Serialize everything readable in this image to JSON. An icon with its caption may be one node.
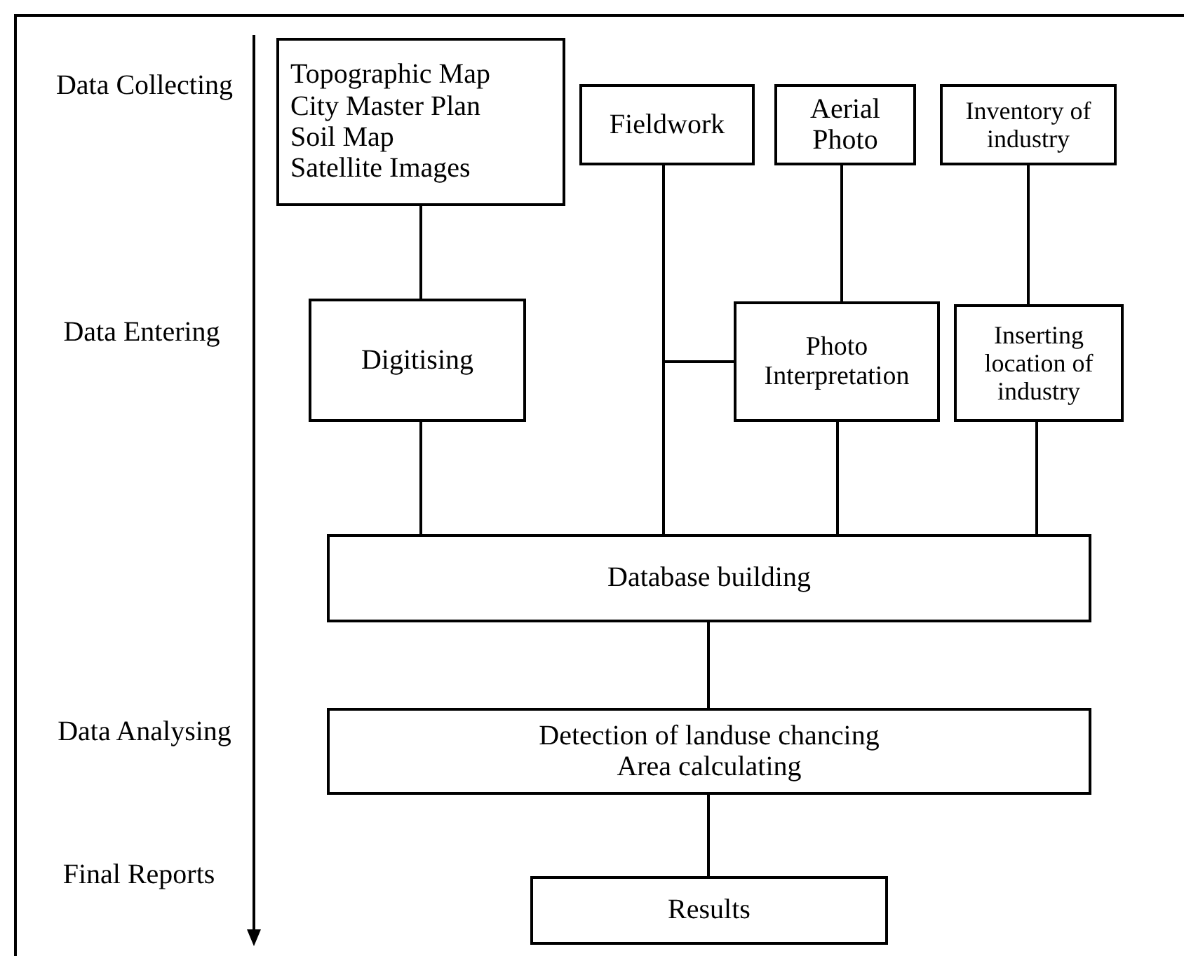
{
  "diagram": {
    "nodes": [
      {
        "text": [
          "Topographic Map",
          "City Master Plan",
          "Soil Map",
          "Satellite Images"
        ]
      },
      {
        "text": [
          "Fieldwork"
        ]
      },
      {
        "text": [
          "Aerial Photo"
        ]
      },
      {
        "text": [
          "Inventory of industry"
        ]
      },
      {
        "text": [
          "Digitising"
        ]
      },
      {
        "text": [
          "Photo Interpretation"
        ]
      },
      {
        "text": [
          "Inserting location of industry"
        ]
      },
      {
        "text": [
          "Database building"
        ]
      },
      {
        "text": [
          "Detection of landuse chancing",
          "Area calculating"
        ]
      },
      {
        "text": [
          "Results"
        ]
      }
    ],
    "edges": [
      {
        "from": 0,
        "to": 4,
        "arrow": "none"
      },
      {
        "from": 1,
        "to": 7,
        "arrow": "none"
      },
      {
        "from": 1,
        "to": 5,
        "arrow": "none"
      },
      {
        "from": 2,
        "to": 5,
        "arrow": "none"
      },
      {
        "from": 3,
        "to": 6,
        "arrow": "none"
      },
      {
        "from": 4,
        "to": 7,
        "arrow": "none"
      },
      {
        "from": 5,
        "to": 7,
        "arrow": "none"
      },
      {
        "from": 6,
        "to": 7,
        "arrow": "none"
      },
      {
        "from": 7,
        "to": 8,
        "arrow": "none"
      },
      {
        "from": 8,
        "to": 9,
        "arrow": "none"
      }
    ],
    "labels": [
      "Data Collecting",
      "Data Entering",
      "Data Analysing",
      "Final Reports"
    ]
  }
}
